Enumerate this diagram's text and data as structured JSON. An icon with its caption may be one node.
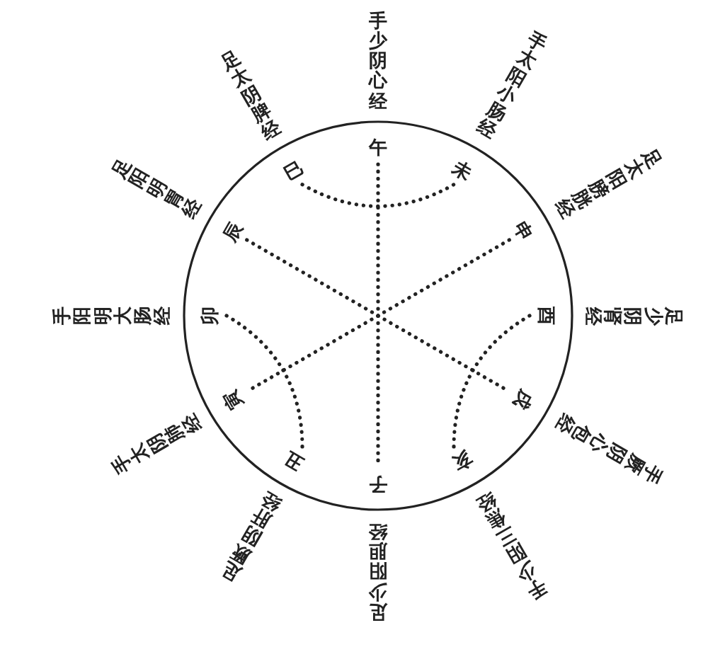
{
  "diagram": {
    "nodes": [
      {
        "text": [],
        "shape": "circle"
      },
      {
        "text": [
          "午"
        ],
        "in": 0,
        "beside": [
          "手少阴心经"
        ]
      },
      {
        "text": [
          "未"
        ],
        "in": 0,
        "beside": [
          "手太阳小肠经"
        ]
      },
      {
        "text": [
          "申"
        ],
        "in": 0,
        "beside": [
          "足太阳膀胱经"
        ]
      },
      {
        "text": [
          "酉"
        ],
        "in": 0,
        "beside": [
          "足少阴肾经"
        ]
      },
      {
        "text": [
          "戌"
        ],
        "in": 0,
        "beside": [
          "手厥阴心包经"
        ]
      },
      {
        "text": [
          "亥"
        ],
        "in": 0,
        "beside": [
          "手少阳三焦经"
        ]
      },
      {
        "text": [
          "子"
        ],
        "in": 0,
        "beside": [
          "足少阳胆经"
        ]
      },
      {
        "text": [
          "丑"
        ],
        "in": 0,
        "beside": [
          "足厥阴肝经"
        ]
      },
      {
        "text": [
          "寅"
        ],
        "in": 0,
        "beside": [
          "手太阴肺经"
        ]
      },
      {
        "text": [
          "卯"
        ],
        "in": 0,
        "beside": [
          "手阳明大肠经"
        ]
      },
      {
        "text": [
          "辰"
        ],
        "in": 0,
        "beside": [
          "足阳明胃经"
        ]
      },
      {
        "text": [
          "巳"
        ],
        "in": 0,
        "beside": [
          "足太阴脾经"
        ]
      }
    ],
    "edges": [
      {
        "from": 1,
        "to": 7,
        "arrow": "none",
        "style": "dashed"
      },
      {
        "from": 11,
        "to": 5,
        "arrow": "none",
        "style": "dashed"
      },
      {
        "from": 3,
        "to": 9,
        "arrow": "none",
        "style": "dashed"
      },
      {
        "from": 12,
        "to": 2,
        "arrow": "none",
        "style": "dashed"
      },
      {
        "from": 4,
        "to": 6,
        "arrow": "none",
        "style": "dashed"
      },
      {
        "from": 10,
        "to": 8,
        "arrow": "none",
        "style": "dashed"
      }
    ]
  }
}
